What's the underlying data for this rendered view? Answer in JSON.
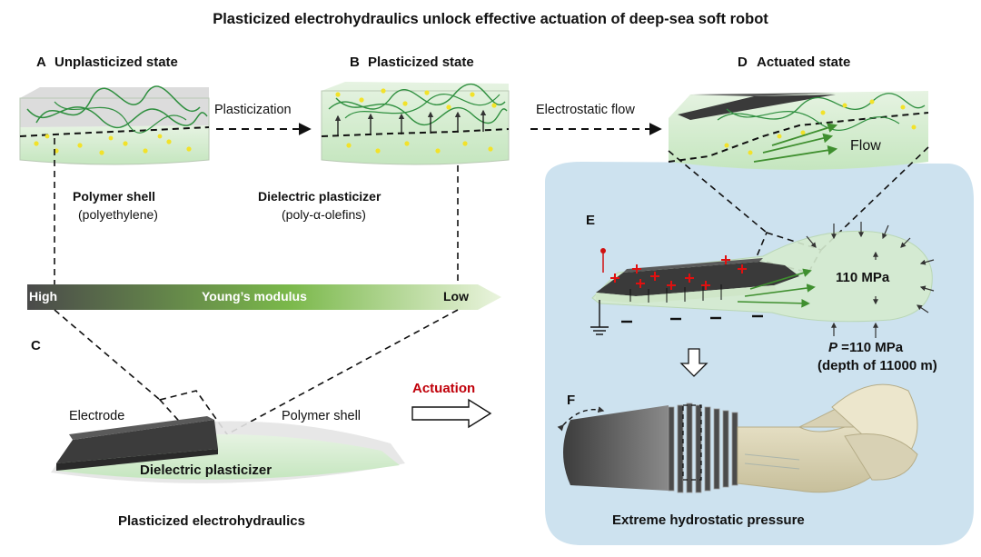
{
  "title": "Plasticized electrohydraulics unlock effective actuation of deep-sea soft robot",
  "panels": {
    "a": {
      "letter": "A",
      "heading": "Unplasticized state",
      "label": "Polymer shell",
      "sublabel": "(polyethylene)"
    },
    "b": {
      "letter": "B",
      "heading": "Plasticized state",
      "label": "Dielectric plasticizer",
      "sublabel": "(poly-α-olefins)"
    },
    "c": {
      "letter": "C",
      "electrode": "Electrode",
      "shell": "Polymer shell",
      "plasticizer": "Dielectric plasticizer",
      "caption": "Plasticized electrohydraulics"
    },
    "d": {
      "letter": "D",
      "heading": "Actuated state",
      "flow": "Flow"
    },
    "e": {
      "letter": "E",
      "pressure_inner": "110 MPa",
      "pressure_var": "P",
      "pressure_eq": " =110 MPa",
      "depth": "(depth of 11000 m)"
    },
    "f": {
      "letter": "F",
      "caption": "Extreme hydrostatic pressure"
    }
  },
  "arrows": {
    "plasticization": "Plasticization",
    "electrostatic_flow": "Electrostatic flow",
    "actuation": "Actuation"
  },
  "modulus_bar": {
    "high": "High",
    "label": "Young’s modulus",
    "low": "Low"
  },
  "colors": {
    "actuation": "#c0000a",
    "deep_sea": "#cfe4f0",
    "green_gel": "#cfeccc",
    "electrode": "#3a3a3a",
    "shell_body": "#d8d1b4",
    "charge": "#e01010"
  }
}
